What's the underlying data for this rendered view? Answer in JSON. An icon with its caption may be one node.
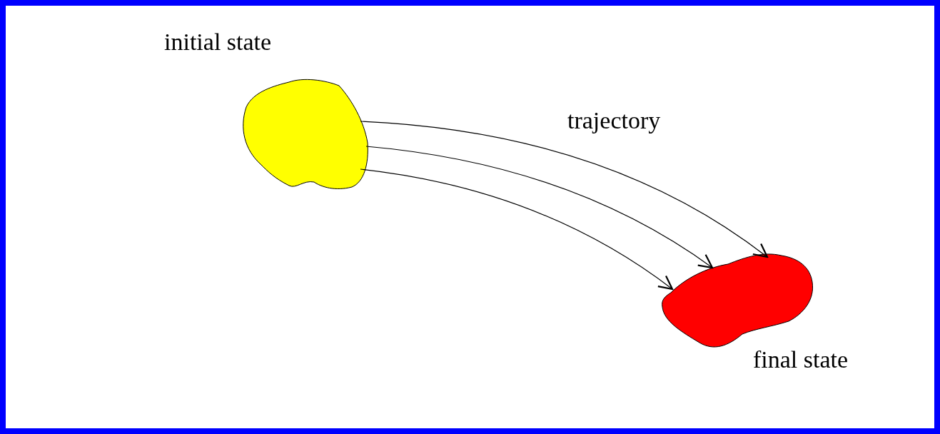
{
  "diagram": {
    "nodes": [
      {
        "text": [
          "initial state"
        ]
      },
      {
        "text": [
          "final state"
        ]
      }
    ],
    "edges": [
      {
        "from": 0,
        "to": 1,
        "arrow": "to"
      },
      {
        "from": 0,
        "to": 1,
        "arrow": "to"
      },
      {
        "from": 0,
        "to": 1,
        "arrow": "to"
      }
    ],
    "labels": [
      "trajectory"
    ]
  }
}
